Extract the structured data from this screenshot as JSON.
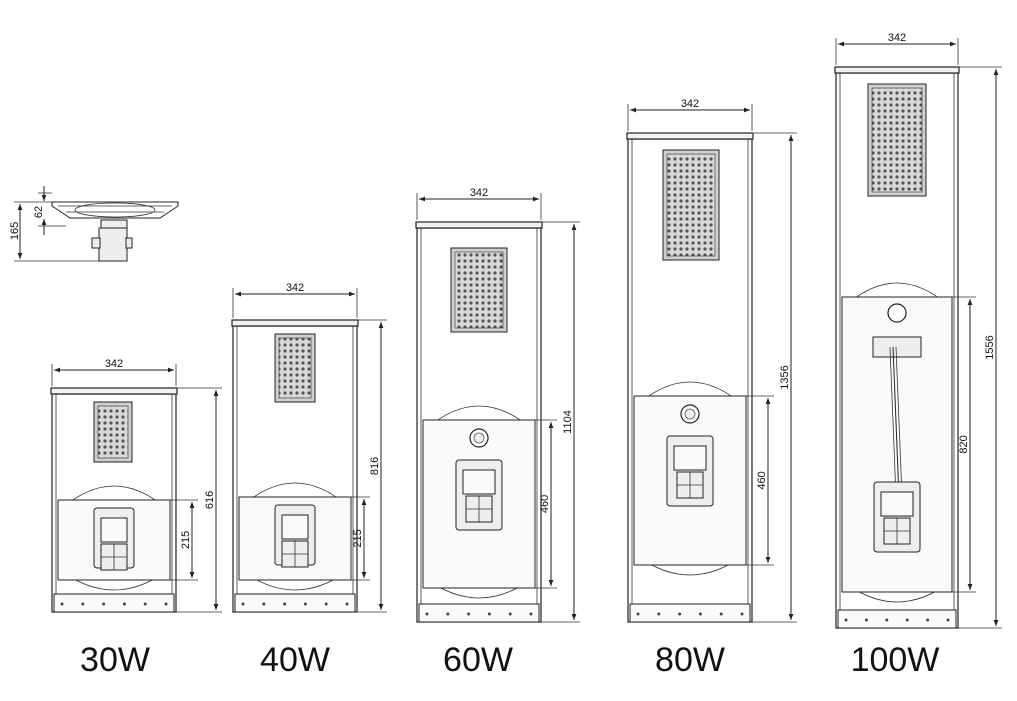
{
  "side_view": {
    "height_label": "165",
    "depth_label": "62"
  },
  "models": [
    {
      "watt": "30W",
      "width_label": "342",
      "height_label": "616",
      "panel_label": "215"
    },
    {
      "watt": "40W",
      "width_label": "342",
      "height_label": "816",
      "panel_label": "215"
    },
    {
      "watt": "60W",
      "width_label": "342",
      "height_label": "1104",
      "panel_label": "460"
    },
    {
      "watt": "80W",
      "width_label": "342",
      "height_label": "1356",
      "panel_label": "460"
    },
    {
      "watt": "100W",
      "width_label": "342",
      "height_label": "1556",
      "panel_label": "820"
    }
  ]
}
